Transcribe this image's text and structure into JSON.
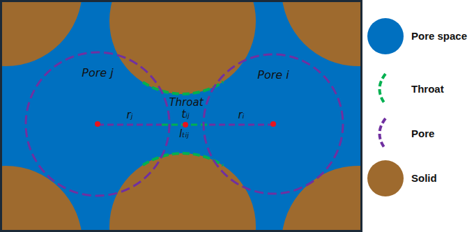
{
  "diagram": {
    "nodes": [
      {
        "text": [
          "Pore j"
        ]
      },
      {
        "text": [
          "Pore i"
        ]
      }
    ],
    "labels": [
      "Throat",
      "rⱼ",
      "tᵢⱼ",
      "rᵢ",
      "lₜᵢⱼ"
    ],
    "legend": [
      {
        "text": "Pore space",
        "color": "#0070c0"
      },
      {
        "text": "Throat"
      },
      {
        "text": "Pore"
      },
      {
        "text": "Solid",
        "color": "#9e6a2e"
      }
    ]
  }
}
